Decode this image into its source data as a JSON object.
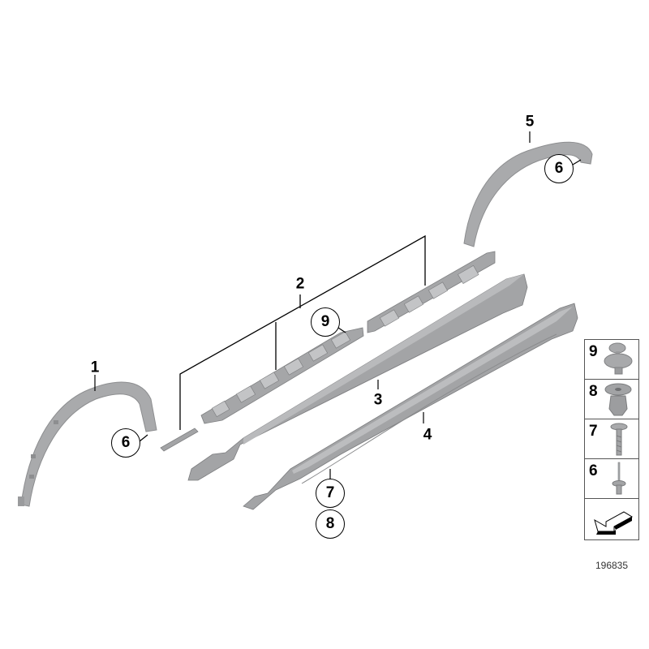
{
  "diagram": {
    "type": "exploded-parts-diagram",
    "diagram_number": "196835",
    "colors": {
      "part_fill": "#a7a8aa",
      "part_dark": "#8a8b8d",
      "part_light": "#c4c5c7",
      "line": "#000000"
    }
  },
  "callouts": [
    {
      "id": "1",
      "label": "1",
      "style": "plain",
      "part": "front wheel arch trim"
    },
    {
      "id": "2",
      "label": "2",
      "style": "plain",
      "part": "side sill mounting strips (bracketed group)"
    },
    {
      "id": "3",
      "label": "3",
      "style": "plain",
      "part": "side sill cover"
    },
    {
      "id": "4",
      "label": "4",
      "style": "plain",
      "part": "lower side sill trim"
    },
    {
      "id": "5",
      "label": "5",
      "style": "plain",
      "part": "rear wheel arch trim"
    },
    {
      "id": "6a",
      "label": "6",
      "style": "circled",
      "part": "rivet at front arch"
    },
    {
      "id": "6b",
      "label": "6",
      "style": "circled",
      "part": "rivet at rear arch"
    },
    {
      "id": "7",
      "label": "7",
      "style": "circled",
      "part": "screw at lower trim"
    },
    {
      "id": "8",
      "label": "8",
      "style": "circled",
      "part": "expanding rivet at lower trim"
    },
    {
      "id": "9",
      "label": "9",
      "style": "circled",
      "part": "clip on mounting strip"
    }
  ],
  "legend": {
    "items": [
      {
        "label": "9",
        "icon": "push-clip-icon"
      },
      {
        "label": "8",
        "icon": "expanding-rivet-icon"
      },
      {
        "label": "7",
        "icon": "screw-icon"
      },
      {
        "label": "6",
        "icon": "blind-rivet-icon"
      },
      {
        "label": "",
        "icon": "vehicle-direction-arrow-icon"
      }
    ]
  }
}
